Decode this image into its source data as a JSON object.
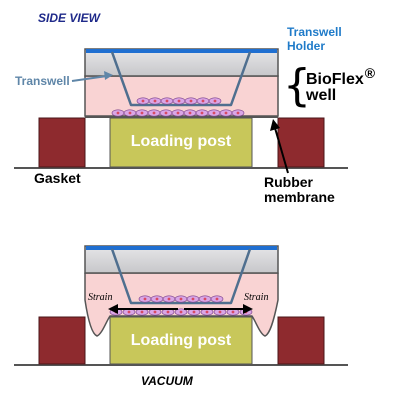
{
  "labels": {
    "side_view": "SIDE VIEW",
    "transwell_holder_line1": "Transwell",
    "transwell_holder_line2": "Holder",
    "transwell": "Transwell",
    "bioflex": "BioFlex",
    "bioflex_registered": "®",
    "well": "well",
    "loading_post_top": "Loading post",
    "loading_post_bottom": "Loading post",
    "gasket": "Gasket",
    "rubber_line1": "Rubber",
    "rubber_line2": "membrane",
    "strain_left": "Strain",
    "strain_right": "Strain",
    "vacuum": "VACUUM"
  },
  "colors": {
    "gasket": "#8e2a2e",
    "loading_post": "#c8c75a",
    "medium": "#f9d3d3",
    "holder_top": "#1f6fd1",
    "holder_body": "#d4d4d6",
    "transwell": "#4f6f8f",
    "cell_fill": "#d9a6e6",
    "cell_nucleus": "#d84a63",
    "label_blue_italic": "#1f2a8a",
    "label_holder": "#1f7bc9",
    "label_transwell": "#5f86a8"
  }
}
